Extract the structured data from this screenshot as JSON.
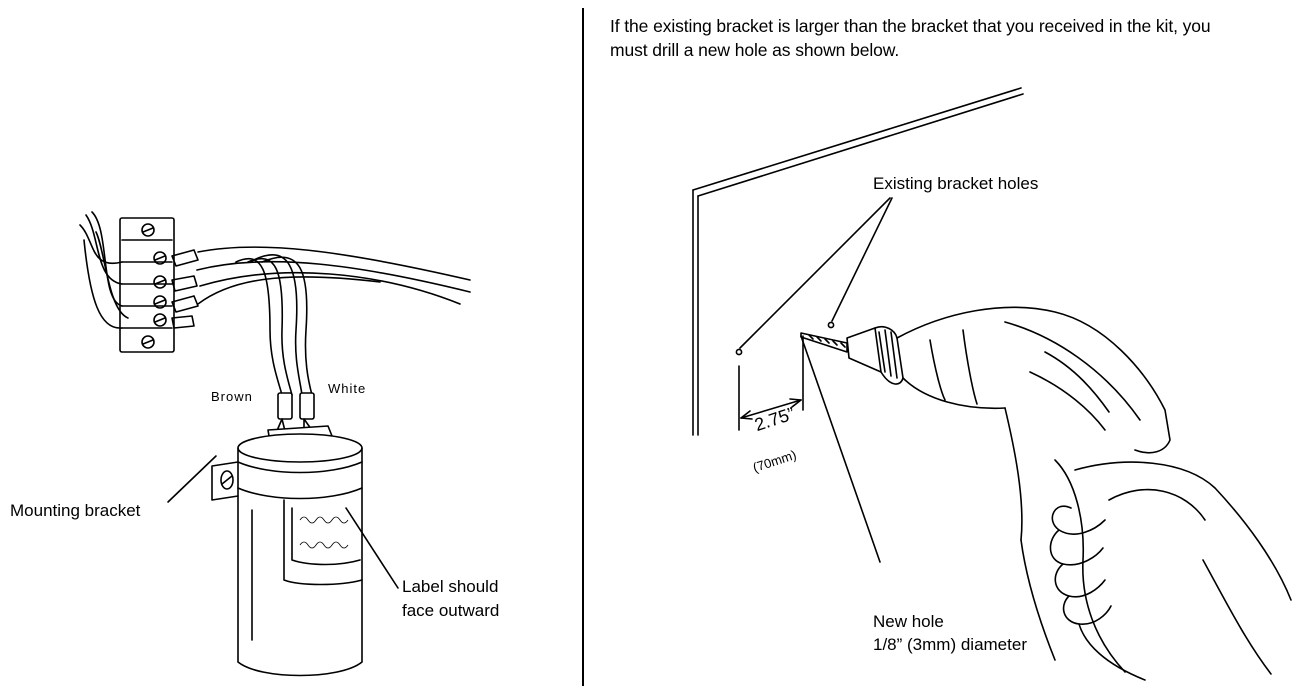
{
  "intro": {
    "text": "If the existing bracket is larger than the bracket that you received in the kit, you must drill a new hole as shown below."
  },
  "left_figure": {
    "wire_label_brown": "Brown",
    "wire_label_white": "White",
    "mounting_bracket_label": "Mounting bracket",
    "label_note_line1": "Label should",
    "label_note_line2": "face outward"
  },
  "right_figure": {
    "existing_holes_label": "Existing bracket holes",
    "distance_label": "2.75”",
    "distance_metric_label": "(70mm)",
    "new_hole_line1": "New hole",
    "new_hole_line2": "1/8” (3mm) diameter"
  }
}
